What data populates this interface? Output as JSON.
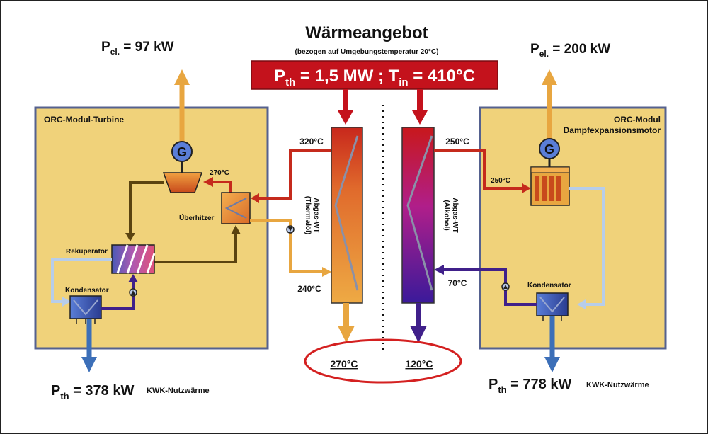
{
  "header": {
    "title": "Wärmeangebot",
    "subtitle": "(bezogen auf Umgebungstemperatur 20°C)",
    "banner_main": "P",
    "banner_sub_th": "th",
    "banner_mid": " = 1,5 MW ; T",
    "banner_sub_in": "in",
    "banner_end": " = 410°C"
  },
  "left_module": {
    "title": "ORC-Modul-Turbine",
    "pel_main": "P",
    "pel_sub": "el.",
    "pel_value": " = 97 kW",
    "generator": "G",
    "temp_turbine": "270°C",
    "superheater": "Überhitzer",
    "recuperator": "Rekuperator",
    "condenser": "Kondensator",
    "pth_main": "P",
    "pth_sub": "th",
    "pth_value": " = 378 kW",
    "pth_note": "KWK-Nutzwärme"
  },
  "left_exchanger": {
    "label_line1": "Abgas-WT",
    "label_line2": "(Thermalöl)",
    "temp_top": "320°C",
    "temp_bottom": "240°C",
    "exhaust_out": "270°C"
  },
  "right_exchanger": {
    "label_line1": "Abgas-WT",
    "label_line2": "(Alkohol)",
    "temp_top": "250°C",
    "temp_bottom": "70°C",
    "exhaust_out": "120°C"
  },
  "right_module": {
    "title_line1": "ORC-Modul",
    "title_line2": "Dampfexpansionsmotor",
    "pel_main": "P",
    "pel_sub": "el.",
    "pel_value": " = 200 kW",
    "generator": "G",
    "temp_motor": "250°C",
    "condenser": "Kondensator",
    "pth_main": "P",
    "pth_sub": "th",
    "pth_value": " = 778 kW",
    "pth_note": "KWK-Nutzwärme"
  },
  "colors": {
    "module_fill": "#f0d27a",
    "module_border": "#55618f",
    "banner_red": "#c4121c",
    "oil_orange": "#e8a640",
    "hot_red": "#c52a1c",
    "alcohol_purple": "#40208a",
    "dark_brown": "#5a4310",
    "water_blue": "#3c6fb8",
    "light_blue": "#b7cdea"
  }
}
